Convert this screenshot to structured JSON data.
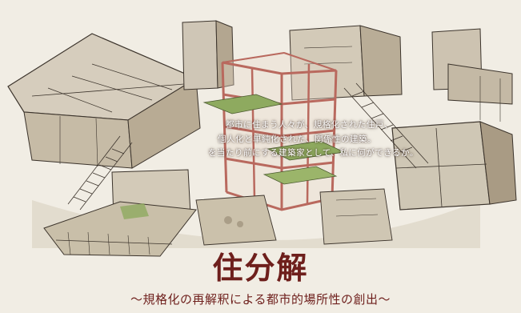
{
  "poster": {
    "statement_lines": [
      "都市に住まう人々が、規格化された住戸、",
      "個人化と単純化された、関係性の建築。",
      "を当たり前にする建築家として、私に何ができるか。"
    ],
    "title": "住分解",
    "subtitle": "〜規格化の再解釈による都市的場所性の創出〜"
  },
  "colors": {
    "accent": "#6e1f1c",
    "frame": "#b9695e",
    "paper": "#f1ede4",
    "greenery": "#8eaa5f"
  }
}
